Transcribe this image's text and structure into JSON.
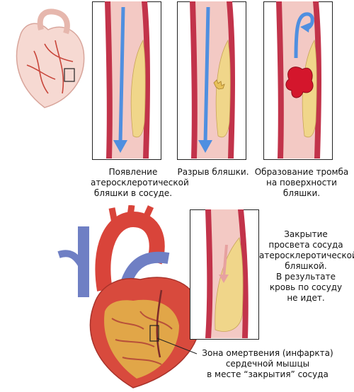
{
  "captions": {
    "stage1": [
      "Появление",
      "атеросклеротической",
      "бляшки в сосуде."
    ],
    "stage2": [
      "Разрыв бляшки."
    ],
    "stage3": [
      "Образование тромба",
      "на поверхности",
      "бляшки."
    ]
  },
  "description": [
    "Закрытие",
    "просвета сосуда",
    "атеросклеротической",
    "бляшкой.",
    "В результате",
    "кровь по сосуду",
    "не идет."
  ],
  "infarct_label": [
    "Зона омертвения (инфаркта)",
    "сердечной мышцы",
    "в месте “закрытия” сосуда"
  ],
  "colors": {
    "vessel_wall": "#c2334a",
    "vessel_lumen": "#f3c9c4",
    "plaque": "#f0d68a",
    "blood_flow": "#4f8fe0",
    "thrombus": "#d4162c",
    "heart_muscle": "#d84a3d",
    "artery": "#6f7fc4"
  },
  "icons": [
    "flow-arrow-icon",
    "curved-flow-arrow-icon",
    "heart-illustration",
    "artery-illustration"
  ]
}
